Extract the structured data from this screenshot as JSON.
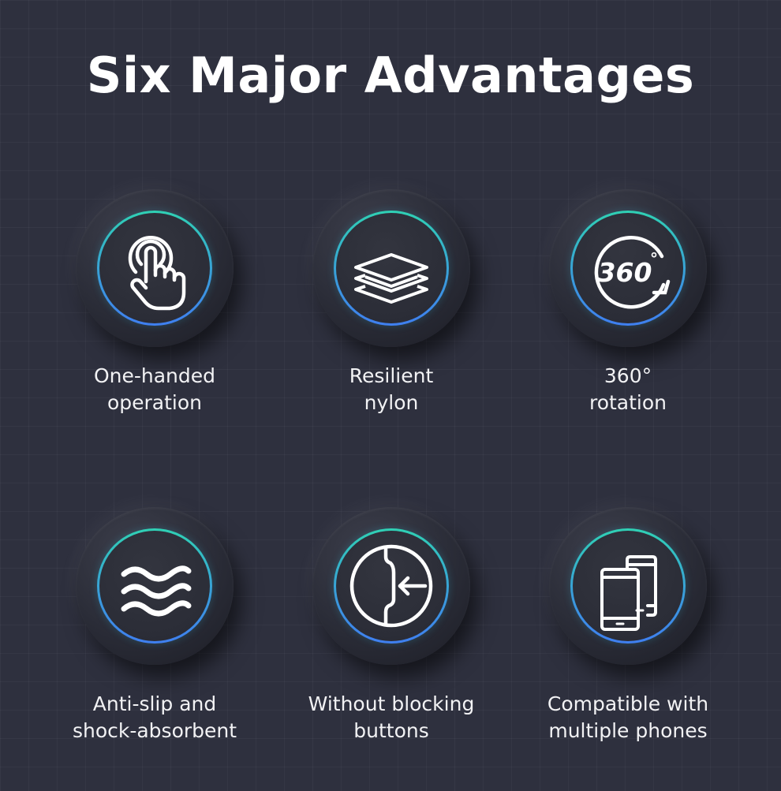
{
  "header": {
    "title": "Six Major Advantages"
  },
  "colors": {
    "background": "#2e303e",
    "ring_top": "#2fd1b4",
    "ring_bottom": "#3f7ff0",
    "text": "#ffffff"
  },
  "features": [
    {
      "icon": "tap-hand-icon",
      "lines": [
        "One-handed",
        "operation"
      ]
    },
    {
      "icon": "layers-icon",
      "lines": [
        "Resilient",
        "nylon"
      ]
    },
    {
      "icon": "rotate-360-icon",
      "icon_text": "360",
      "icon_degree": "°",
      "lines": [
        "360°",
        "rotation"
      ]
    },
    {
      "icon": "waves-icon",
      "lines": [
        "Anti-slip and",
        "shock-absorbent"
      ]
    },
    {
      "icon": "side-button-icon",
      "lines": [
        "Without blocking",
        "buttons"
      ]
    },
    {
      "icon": "multiple-phones-icon",
      "lines": [
        "Compatible with",
        "multiple phones"
      ]
    }
  ]
}
